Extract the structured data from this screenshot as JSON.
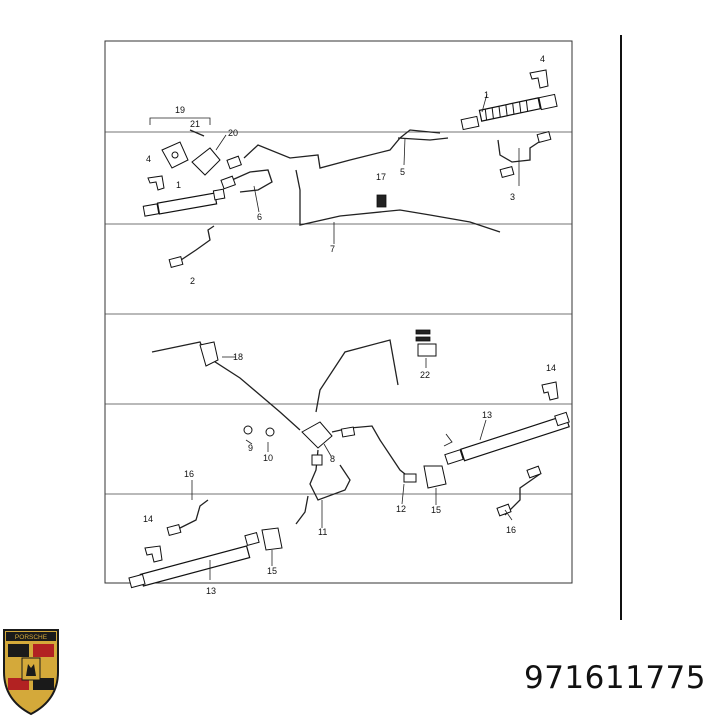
{
  "diagram": {
    "callouts": [
      "1",
      "2",
      "3",
      "4",
      "5",
      "6",
      "7",
      "8",
      "9",
      "10",
      "11",
      "12",
      "13",
      "14",
      "15",
      "16",
      "17",
      "19",
      "20",
      "21",
      "22"
    ],
    "callout_repeats": [
      "1",
      "4",
      "13",
      "14",
      "15",
      "16",
      "18"
    ]
  },
  "logo": {
    "text": "PORSCHE",
    "colors": {
      "gold": "#d4a93a",
      "black": "#1a1a1a",
      "red": "#b22222"
    }
  },
  "part_number": "971611775"
}
